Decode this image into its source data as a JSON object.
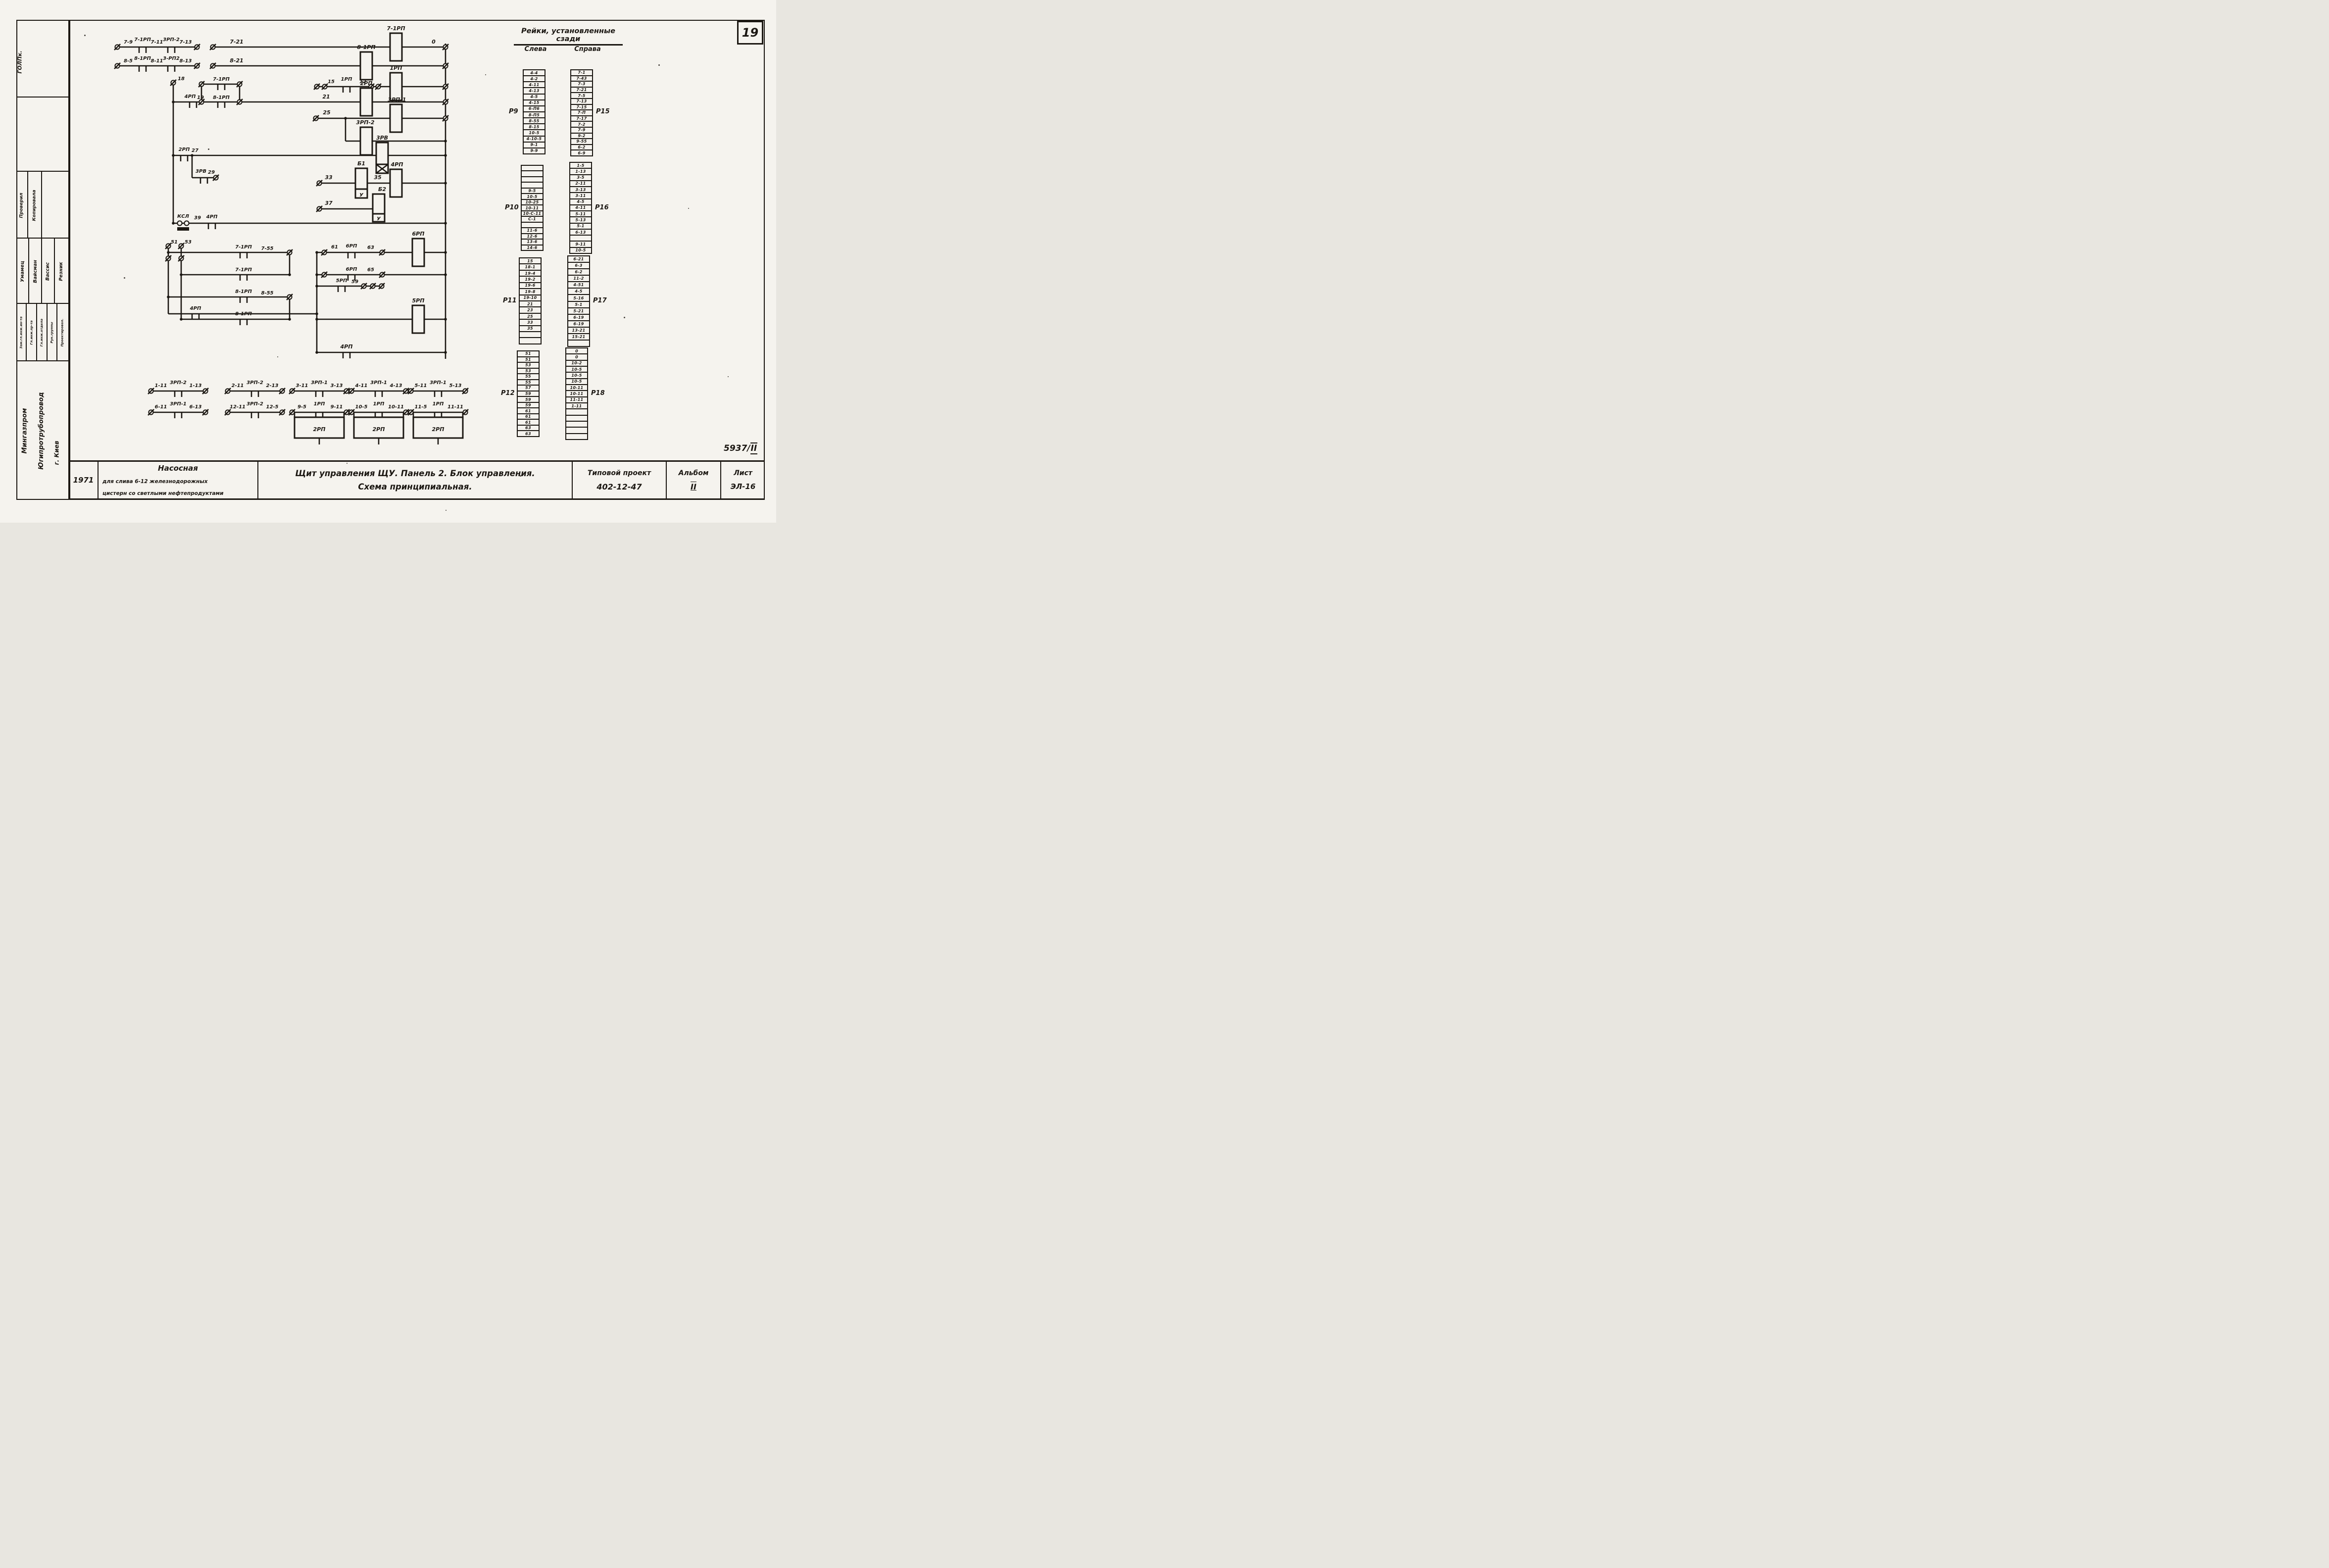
{
  "page": {
    "number": "19",
    "doc_number_prefix": "5937/",
    "doc_number_suffix": "II"
  },
  "sidebar": {
    "top_note": "ГОЛПк.",
    "check_labels": [
      "Проверил",
      "Копировала"
    ],
    "names": [
      "Умамец",
      "Вайсман",
      "Вассис",
      "Резник"
    ],
    "roles": [
      "Зам.гл.инж.ин-та",
      "Гл.инж.пр-та",
      "Гл.инж.отдела",
      "Рук.группы",
      "Проектировал."
    ],
    "org_lines": [
      "Мингазпром",
      "Югипротрубопровод",
      "г. Киев"
    ]
  },
  "stamp": {
    "year": "1971",
    "object_line1": "Насосная",
    "object_line2": "для слива 6-12 железнодорожных",
    "object_line3": "цистерн со светлыми нефтепродуктами",
    "title_line1": "Щит управления  ЩУ. Панель 2. Блок  управления.",
    "title_line2": "Схема   принципиальная.",
    "project_label": "Типовой проект",
    "project_number": "402-12-47",
    "album_label": "Альбом",
    "album_number": "II",
    "sheet_label": "Лист",
    "sheet_number": "ЭЛ-16"
  },
  "racks_panel": {
    "title": "Рейки, установленные сзади",
    "col_left": "Слева",
    "col_right": "Справа",
    "racks": [
      {
        "name": "Р9",
        "cells": [
          "4-4",
          "4-2",
          "4-11",
          "4-13",
          "4-5",
          "4-15",
          "6-П6",
          "8-П5",
          "8-55",
          "8-15",
          "10-5",
          "4-10-5",
          "9-1",
          "9-9"
        ]
      },
      {
        "name": "Р15",
        "cells": [
          "7-1",
          "7-43",
          "7-3",
          "7-21",
          "7-5",
          "7-13",
          "7-15",
          "7-П",
          "7-17",
          "7-2",
          "7-9",
          "9-2",
          "9-55",
          "6-2",
          "6-9"
        ]
      },
      {
        "name": "Р10",
        "cells": [
          "",
          "",
          "",
          "",
          "9-5",
          "10-5",
          "10-25",
          "10-11",
          "10-С-11",
          "С-1",
          "",
          "11-6",
          "12-6",
          "13-6",
          "14-6"
        ]
      },
      {
        "name": "Р16",
        "cells": [
          "1-5",
          "1-13",
          "3-5",
          "2-11",
          "3-13",
          "3-11",
          "4-5",
          "4-11",
          "5-11",
          "5-13",
          "5-1",
          "6-13",
          "",
          "9-11",
          "10-5"
        ]
      },
      {
        "name": "Р11",
        "cells": [
          "15",
          "18-1",
          "19-4",
          "19-2",
          "19-6",
          "19-8",
          "19-10",
          "21",
          "23",
          "25",
          "33",
          "35",
          "",
          ""
        ]
      },
      {
        "name": "Р17",
        "cells": [
          "6-21",
          "6-3",
          "6-2",
          "11-2",
          "4-51",
          "4-5",
          "5-16",
          "5-1",
          "5-21",
          "6-19",
          "6-19",
          "13-21",
          "15-21",
          ""
        ]
      },
      {
        "name": "Р12",
        "cells": [
          "51",
          "51",
          "53",
          "53",
          "55",
          "55",
          "57",
          "59",
          "59",
          "59",
          "61",
          "61",
          "61",
          "63",
          "63"
        ]
      },
      {
        "name": "Р18",
        "cells": [
          "0",
          "0",
          "10-2",
          "10-5",
          "10-5",
          "10-5",
          "10-11",
          "10-11",
          "11-11",
          "1-11",
          "",
          "",
          "",
          "",
          ""
        ]
      }
    ]
  },
  "schematic": {
    "labels": [
      "7-9",
      "7-1РП",
      "7-11",
      "3РП-2",
      "7-13",
      "8-5",
      "8-1РП",
      "8-11",
      "3-РП2",
      "8-13",
      "7-21",
      "7-1РП",
      "0",
      "8-21",
      "8-1РП",
      "15",
      "1РП",
      "17",
      "1РП",
      "18",
      "4РП",
      "19",
      "7-1РП",
      "8-1РП",
      "21",
      "2РП",
      "25",
      "3РП-1",
      "3РП-2",
      "3РВ",
      "2РП",
      "27",
      "3РВ",
      "29",
      "33",
      "Б1",
      "У",
      "35",
      "4РП",
      "37",
      "Б2",
      "У",
      "КСЛ",
      "39",
      "4РП",
      "51",
      "53",
      "7-1РП",
      "7-55",
      "7-1РП",
      "8-1РП",
      "8-55",
      "8-1РП",
      "61",
      "6РП",
      "63",
      "6РП",
      "6РП",
      "65",
      "5РП",
      "59",
      "5РП",
      "4РП",
      "4РП"
    ],
    "bottom_groups": [
      {
        "a": "1-11",
        "rel": "3РП-2",
        "b": "1-13"
      },
      {
        "a": "2-11",
        "rel": "3РП-2",
        "b": "2-13"
      },
      {
        "a": "3-11",
        "rel": "3РП-1",
        "b": "3-13"
      },
      {
        "a": "4-11",
        "rel": "3РП-1",
        "b": "4-13"
      },
      {
        "a": "5-11",
        "rel": "3РП-1",
        "b": "5-13"
      },
      {
        "a": "6-11",
        "rel": "3РП-1",
        "b": "6-13"
      },
      {
        "a": "12-11",
        "rel": "3РП-2",
        "b": "12-5"
      },
      {
        "a": "9-5",
        "rel": "1РП",
        "b": "9-11",
        "box": "2РП"
      },
      {
        "a": "10-5",
        "rel": "1РП",
        "b": "10-11",
        "box": "2РП"
      },
      {
        "a": "11-5",
        "rel": "1РП",
        "b": "11-11",
        "box": "2РП"
      }
    ]
  }
}
